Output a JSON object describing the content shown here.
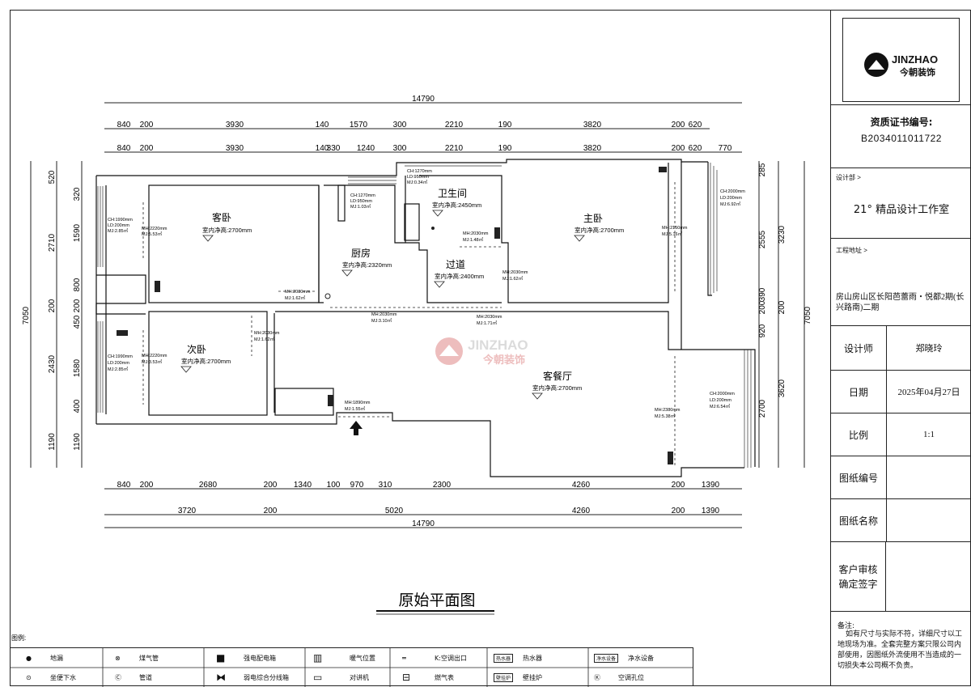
{
  "drawing": {
    "title": "原始平面图",
    "legend_heading": "图例:",
    "dims": {
      "top_total": "14790",
      "top_row1": [
        "840",
        "200",
        "3930",
        "140",
        "1570",
        "300",
        "2210",
        "190",
        "3820",
        "200",
        "620"
      ],
      "top_row2": [
        "840",
        "200",
        "3930",
        "140",
        "330",
        "1240",
        "300",
        "2210",
        "190",
        "3820",
        "200",
        "620",
        "770"
      ],
      "bottom_row1": [
        "840",
        "200",
        "2680",
        "200",
        "1340",
        "100",
        "970",
        "310",
        "2300",
        "4260",
        "200",
        "1390"
      ],
      "bottom_row2": [
        "3720",
        "200",
        "5020",
        "4260",
        "200",
        "1390"
      ],
      "bottom_total": "14790",
      "left_total": "7050",
      "left_outer": [
        "520",
        "2710",
        "200",
        "2430",
        "1190"
      ],
      "left_inner": [
        "320",
        "1590",
        "800",
        "200",
        "450",
        "1580",
        "400",
        "1190"
      ],
      "right_total": "7050",
      "right_outer": [
        "3230",
        "200",
        "3620"
      ],
      "right_inner": [
        "285",
        "2555",
        "390",
        "200",
        "920",
        "2700"
      ]
    },
    "rooms": [
      {
        "name": "客卧",
        "height": "室内净高:2700mm"
      },
      {
        "name": "次卧",
        "height": "室内净高:2700mm"
      },
      {
        "name": "厨房",
        "height": "室内净高:2320mm"
      },
      {
        "name": "卫生间",
        "height": "室内净高:2450mm"
      },
      {
        "name": "过道",
        "height": "室内净高:2400mm"
      },
      {
        "name": "主卧",
        "height": "室内净高:2700mm"
      },
      {
        "name": "客餐厅",
        "height": "室内净高:2700mm"
      }
    ],
    "tags": [
      [
        "CH:1990mm",
        "LD:200mm",
        "MJ:2.85㎡"
      ],
      [
        "MH:2220mm",
        "MJ:5.53㎡"
      ],
      [
        "CH:1990mm",
        "LD:200mm",
        "MJ:2.85㎡"
      ],
      [
        "MH:2220mm",
        "MJ:3.53㎡"
      ],
      [
        "CH:1270mm",
        "LD:950mm",
        "MJ:1.03㎡"
      ],
      [
        "CH:1270mm",
        "LD:950mm",
        "MJ:0.34㎡"
      ],
      [
        "CH:2000mm",
        "LD:200mm",
        "MJ:6.92㎡"
      ],
      [
        "CH:2000mm",
        "LD:200mm",
        "MJ:6.54㎡"
      ],
      [
        "MH:2030mm",
        "MJ:1.62㎡"
      ],
      [
        "MH:2030mm",
        "MJ:3.10㎡"
      ],
      [
        "MH:2030mm",
        "MJ:1.71㎡"
      ],
      [
        "MH:2030mm",
        "MJ:1.62㎡"
      ],
      [
        "MH:2030mm",
        "MJ:1.48㎡"
      ],
      [
        "MH:2030mm",
        "MJ:1.62㎡"
      ],
      [
        "MH:2150mm",
        "MJ:5.16㎡"
      ],
      [
        "MH:1890mm",
        "MJ:1.55㎡"
      ],
      [
        "MH:2380mm",
        "MJ:5.38㎡"
      ]
    ],
    "watermark": {
      "en": "JINZHAO",
      "cn": "今朝装饰"
    }
  },
  "title_block": {
    "logo_en": "JINZHAO",
    "logo_cn": "今朝装饰",
    "cert_label": "资质证书编号:",
    "cert_no": "B2034011011722",
    "design_dept_label": "设计部 >",
    "design_dept": "21° 精品设计工作室",
    "site_label": "工程地址 >",
    "site": "房山房山区长阳芭蕾雨・悦都2期(长兴路南)二期",
    "rows": [
      {
        "key": "设计师",
        "value": "郑晓玲"
      },
      {
        "key": "日期",
        "value": "2025年04月27日"
      },
      {
        "key": "比例",
        "value": "1:1"
      },
      {
        "key": "图纸编号",
        "value": ""
      },
      {
        "key": "图纸名称",
        "value": ""
      }
    ],
    "approval_label": "客户审核确定签字",
    "notes_label": "备注:",
    "notes": "如有尺寸与实际不符，详细尺寸以工地现场为准。全套完整方案只限公司内部使用，因图纸外流使用不当造成的一切损失本公司概不负责。"
  },
  "legend": [
    {
      "sym": "●",
      "text": "地漏"
    },
    {
      "sym": "⊗",
      "text": "煤气管"
    },
    {
      "sym": "■",
      "text": "强电配电箱"
    },
    {
      "sym": "▥",
      "text": "暖气位置"
    },
    {
      "sym": "═",
      "text": "K:空调出口"
    },
    {
      "sym": "热水器",
      "text": "热水器"
    },
    {
      "sym": "净水设备",
      "text": "净水设备"
    },
    {
      "sym": "⊙",
      "text": "坐便下水"
    },
    {
      "sym": "Ⓒ",
      "text": "管道"
    },
    {
      "sym": "⧓",
      "text": "弱电综合分线箱"
    },
    {
      "sym": "▭",
      "text": "对讲机"
    },
    {
      "sym": "⊟",
      "text": "燃气表"
    },
    {
      "sym": "壁挂炉",
      "text": "壁挂炉"
    },
    {
      "sym": "Ⓚ",
      "text": "空调孔位"
    }
  ]
}
